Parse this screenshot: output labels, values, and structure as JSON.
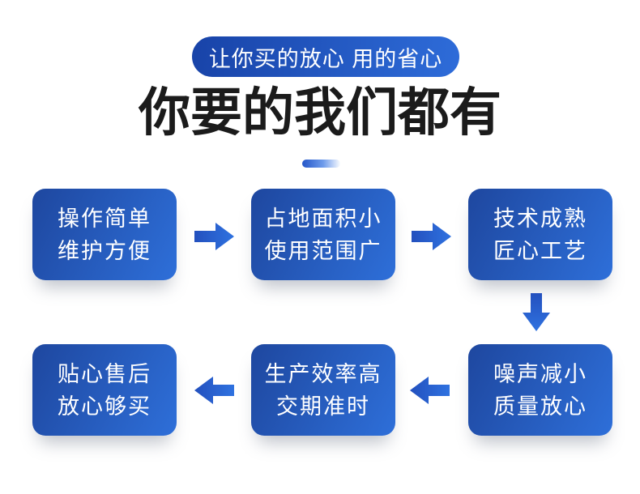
{
  "header": {
    "badge_label": "让你买的放心 用的省心",
    "title": "你要的我们都有"
  },
  "flow": {
    "boxes": [
      {
        "id": "step-1",
        "lines": [
          "操作简单",
          "维护方便"
        ]
      },
      {
        "id": "step-2",
        "lines": [
          "占地面积小",
          "使用范围广"
        ]
      },
      {
        "id": "step-3",
        "lines": [
          "技术成熟",
          "匠心工艺"
        ]
      },
      {
        "id": "step-4",
        "lines": [
          "噪声减小",
          "质量放心"
        ]
      },
      {
        "id": "step-5",
        "lines": [
          "生产效率高",
          "交期准时"
        ]
      },
      {
        "id": "step-6",
        "lines": [
          "贴心售后",
          "放心够买"
        ]
      }
    ],
    "arrows": [
      "arrow-right-icon",
      "arrow-right-icon",
      "arrow-down-icon",
      "arrow-left-icon",
      "arrow-left-icon"
    ]
  },
  "colors": {
    "box_gradient_start": "#1E479F",
    "box_gradient_end": "#2E6FD9",
    "badge_gradient_start": "#1843A8",
    "badge_gradient_end": "#2E6CD9",
    "arrow_gradient_start": "#2350BE",
    "arrow_gradient_end": "#2F72E0",
    "title_color": "#1B1B1B",
    "box_text_color": "#FFFFFF",
    "background": "#FFFFFF"
  }
}
